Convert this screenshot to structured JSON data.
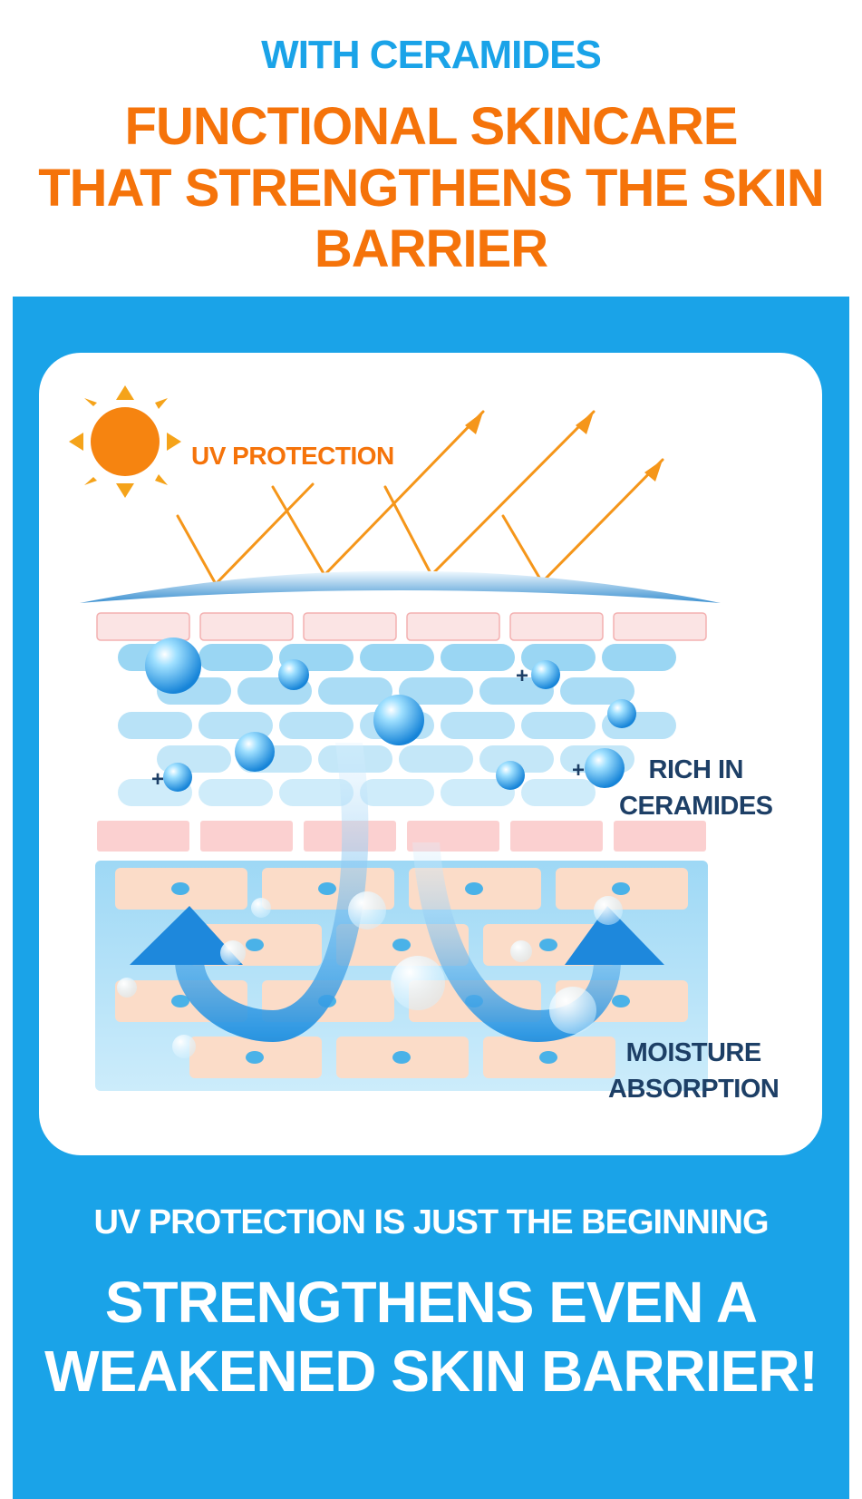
{
  "colors": {
    "blue": "#1aa3e8",
    "orange": "#f5730a",
    "navy": "#1d3f66",
    "white": "#ffffff"
  },
  "header": {
    "subtitle": "WITH CERAMIDES",
    "title_line1": "FUNCTIONAL SKINCARE",
    "title_line2": "THAT STRENGTHENS THE SKIN BARRIER"
  },
  "diagram": {
    "sun_icon": "sun-icon",
    "uv_label": "UV PROTECTION",
    "ceramides_label_line1": "RICH IN",
    "ceramides_label_line2": "CERAMIDES",
    "moisture_label_line1": "MOISTURE",
    "moisture_label_line2": "ABSORPTION"
  },
  "footer": {
    "subtitle": "UV PROTECTION IS JUST THE BEGINNING",
    "headline_line1": "STRENGTHENS EVEN A",
    "headline_line2": "WEAKENED SKIN BARRIER!"
  }
}
